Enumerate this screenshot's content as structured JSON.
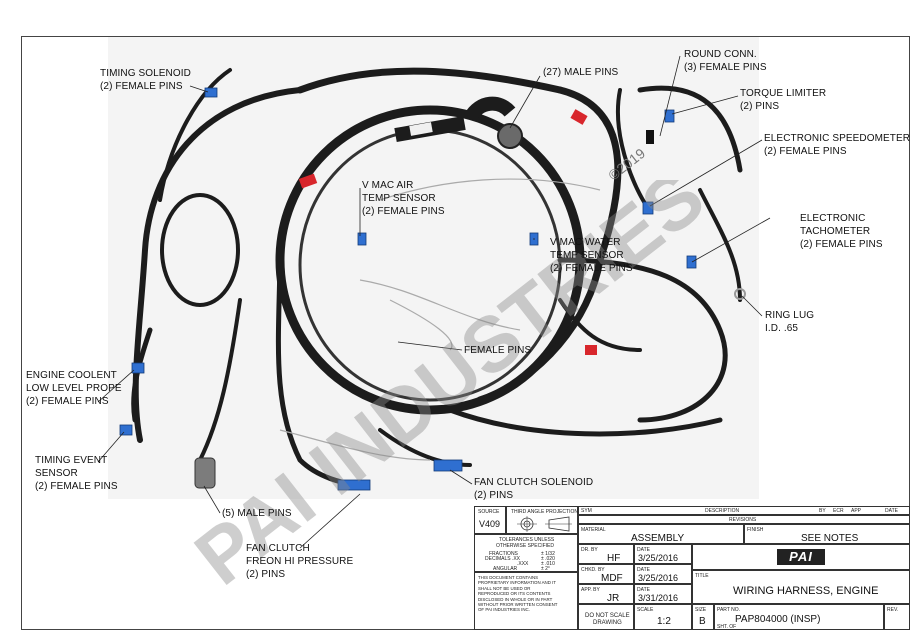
{
  "labels": {
    "timing_solenoid": [
      "TIMING SOLENOID",
      "(2) FEMALE PINS"
    ],
    "male_pins_27": [
      "(27) MALE PINS"
    ],
    "round_conn": [
      "ROUND CONN.",
      "(3) FEMALE PINS"
    ],
    "torque_limiter": [
      "TORQUE LIMITER",
      "(2) PINS"
    ],
    "electronic_speedometer": [
      "ELECTRONIC SPEEDOMETER",
      "(2) FEMALE PINS"
    ],
    "electronic_tachometer": [
      "ELECTRONIC",
      "TACHOMETER",
      "(2) FEMALE PINS"
    ],
    "v_mac_air": [
      "V MAC AIR",
      "TEMP SENSOR",
      "(2) FEMALE PINS"
    ],
    "v_mac_water": [
      "V MAC WATER",
      "TEMP SENSOR",
      "(2) FEMALE PINS"
    ],
    "ring_lug": [
      "RING LUG",
      "I.D. .65"
    ],
    "female_pins": [
      "FEMALE PINS"
    ],
    "engine_coolent": [
      "ENGINE COOLENT",
      "LOW LEVEL PROPE",
      "(2) FEMALE PINS"
    ],
    "timing_event": [
      "TIMING EVENT",
      "SENSOR",
      "(2) FEMALE PINS"
    ],
    "five_male_pins": [
      "(5) MALE PINS"
    ],
    "fan_clutch_solenoid": [
      "FAN CLUTCH SOLENOID",
      "(2) PINS"
    ],
    "fan_clutch_freon": [
      "FAN CLUTCH",
      "FREON HI PRESSURE",
      "(2) PINS"
    ]
  },
  "copyright": "©2019",
  "watermark": "PAI INDUSTRIES",
  "title_block": {
    "source_label": "SOURCE",
    "source_value": "V409",
    "projection_label": "THIRD ANGLE PROJECTION",
    "tolerances_header": [
      "TOLERANCES UNLESS",
      "OTHERWISE SPECIFIED"
    ],
    "tolerance_rows": [
      {
        "name": "FRACTIONS",
        "value": "± 1/32"
      },
      {
        "name": "DECIMALS    .XX",
        "value": "± .020"
      },
      {
        "name": ".XXX",
        "value": "± .010"
      },
      {
        "name": "ANGULAR",
        "value": "± 2°"
      }
    ],
    "proprietary_note": [
      "THIS DOCUMENT CONTAINS",
      "PROPRIETARY INFORMATION AND IT",
      "SHALL NOT BE USED OR",
      "REPRODUCED OR ITS CONTENTS",
      "DISCLOSED IN WHOLE OR IN PART",
      "WITHOUT PRIOR WRITTEN CONSENT",
      "OF PAI INDUSTRIES INC."
    ],
    "sym_label": "SYM",
    "description_label": "DESCRIPTION",
    "by_label": "BY",
    "ecr_label": "ECR",
    "app_label": "APP",
    "date_label": "DATE",
    "revisions_label": "REVISIONS",
    "material_label": "MATERIAL",
    "material_value": "ASSEMBLY",
    "finish_label": "FINISH",
    "finish_value": "SEE NOTES",
    "dr_by_label": "DR. BY",
    "dr_by_value": "HF",
    "dr_date_label": "DATE",
    "dr_date_value": "3/25/2016",
    "chkd_by_label": "CHKD. BY",
    "chkd_by_value": "MDF",
    "chkd_date_label": "DATE",
    "chkd_date_value": "3/25/2016",
    "app_by_label": "APP. BY",
    "app_by_value": "JR",
    "app_date_label": "DATE",
    "app_date_value": "3/31/2016",
    "title_label": "TITLE",
    "title_value": "WIRING HARNESS, ENGINE",
    "logo": "PAI",
    "do_not_scale": [
      "DO NOT SCALE",
      "DRAWING"
    ],
    "scale_label": "SCALE",
    "scale_value": "1:2",
    "size_label": "SIZE",
    "size_value": "B",
    "part_no_label": "PART NO.",
    "part_no_value": "PAP804000 (INSP)",
    "rev_label": "REV.",
    "sht_label": "SHT.   OF"
  },
  "colors": {
    "cable": "#1c1c1c",
    "connector": "#2f6fd0",
    "tape": "#d8262c",
    "leader": "#222222"
  }
}
